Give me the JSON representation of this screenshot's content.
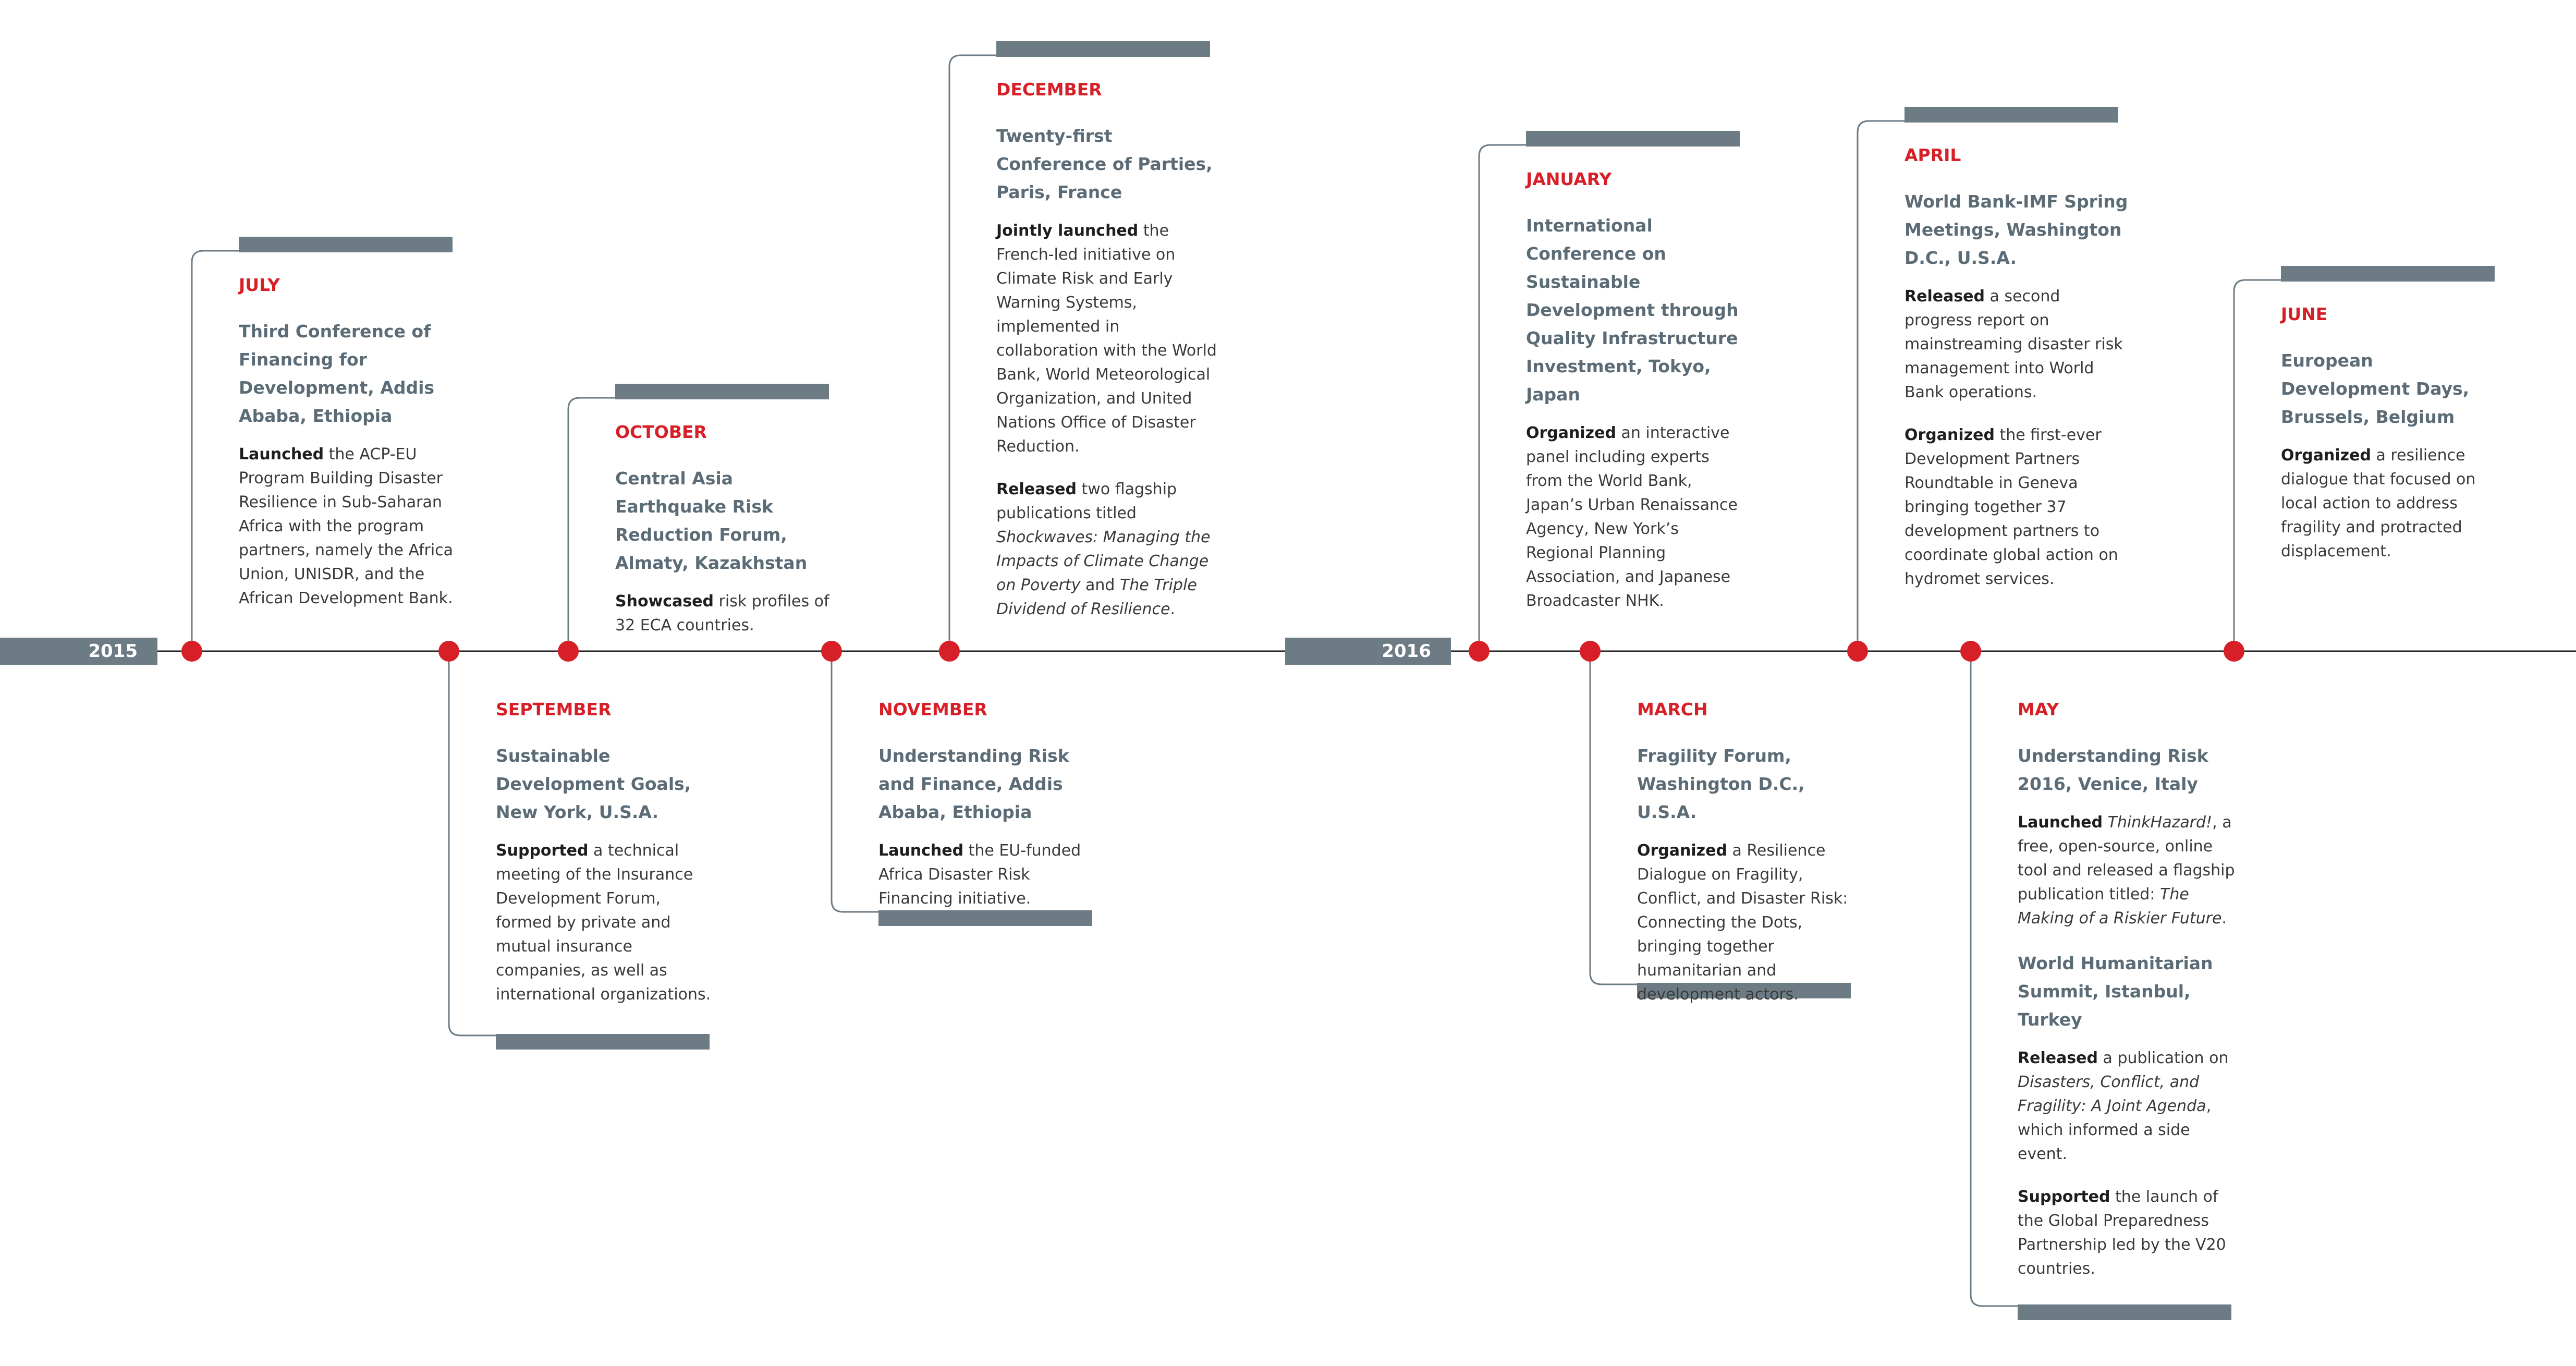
{
  "years": [
    "2015",
    "2016"
  ],
  "colors": {
    "accent": "#d71f27",
    "slate": "#6d7b84",
    "title": "#5c6c77"
  },
  "events": [
    {
      "month": "JULY",
      "sections": [
        {
          "title": "Third Conference of Financing for Development, Addis Ababa, Ethiopia",
          "lead": "Launched",
          "text": " the ACP-EU Program Building Disaster Resilience in Sub-Saharan Africa with the program partners, namely the Africa Union, UNISDR, and the African Development Bank."
        }
      ]
    },
    {
      "month": "SEPTEMBER",
      "sections": [
        {
          "title": "Sustainable Development Goals, New York, U.S.A.",
          "lead": "Supported",
          "text": " a technical meeting of the Insurance Development Forum, formed by private and mutual insurance companies, as well as international organizations."
        }
      ]
    },
    {
      "month": "OCTOBER",
      "sections": [
        {
          "title": "Central Asia Earthquake Risk Reduction Forum, Almaty, Kazakhstan",
          "lead": "Showcased",
          "text": " risk profiles of 32 ECA countries."
        }
      ]
    },
    {
      "month": "NOVEMBER",
      "sections": [
        {
          "title": "Understanding Risk and Finance, Addis Ababa, Ethiopia",
          "lead": "Launched",
          "text": " the EU-funded Africa Disaster Risk Financing initiative."
        }
      ]
    },
    {
      "month": "DECEMBER",
      "sections": [
        {
          "title": "Twenty-first Conference of Parties, Paris, France",
          "paragraphs": [
            {
              "lead": "Jointly launched",
              "text": " the French-led initiative on Climate Risk and Early Warning Systems, implemented in collaboration with the World Bank, World Meteorological Organization, and United Nations Office of Disaster Reduction."
            },
            {
              "lead": "Released",
              "text": " two flagship publications titled ",
              "italic1": "Shockwaves: Managing the Impacts of Climate Change on Poverty",
              "mid": " and ",
              "italic2": "The Triple Dividend of Resilience",
              "tail": "."
            }
          ]
        }
      ]
    },
    {
      "month": "JANUARY",
      "sections": [
        {
          "title": "International Conference on Sustainable Development through Quality Infrastructure Investment, Tokyo, Japan",
          "lead": "Organized",
          "text": " an interactive panel including experts from the World Bank, Japan’s Urban Renaissance Agency, New York’s Regional Planning Association, and Japanese Broadcaster NHK."
        }
      ]
    },
    {
      "month": "MARCH",
      "sections": [
        {
          "title": "Fragility Forum, Washington D.C., U.S.A.",
          "lead": "Organized",
          "text": " a Resilience Dialogue on Fragility, Conflict, and Disaster Risk: Connecting the Dots, bringing together humanitarian and development actors."
        }
      ]
    },
    {
      "month": "APRIL",
      "sections": [
        {
          "title": "World Bank-IMF Spring Meetings, Washington D.C., U.S.A.",
          "paragraphs": [
            {
              "lead": "Released",
              "text": " a second progress report on mainstreaming disaster risk management into World Bank operations."
            },
            {
              "lead": "Organized",
              "text": " the first-ever Development Partners Roundtable in Geneva bringing together 37 development partners to coordinate global action on hydromet services."
            }
          ]
        }
      ]
    },
    {
      "month": "MAY",
      "sections": [
        {
          "title": "Understanding Risk 2016, Venice, Italy",
          "paragraphs": [
            {
              "lead": "Launched",
              "text": " ",
              "italic1": "ThinkHazard!",
              "mid": ", a free, open-source, online tool and released a flagship publication titled: ",
              "italic2": "The Making of a Riskier Future",
              "tail": "."
            }
          ]
        },
        {
          "title": "World Humanitarian Summit, Istanbul, Turkey",
          "paragraphs": [
            {
              "lead": "Released",
              "text": " a publication on ",
              "italic1": "Disasters, Conflict, and Fragility: A Joint Agenda",
              "mid": ", which informed a side event.",
              "italic2": "",
              "tail": ""
            },
            {
              "lead": "Supported",
              "text": " the launch of the Global Preparedness Partnership led by the V20 countries."
            }
          ]
        }
      ]
    },
    {
      "month": "JUNE",
      "sections": [
        {
          "title": "European Development Days, Brussels, Belgium",
          "lead": "Organized",
          "text": " a resilience dialogue that focused on local action to address fragility and protracted displacement."
        }
      ]
    }
  ]
}
